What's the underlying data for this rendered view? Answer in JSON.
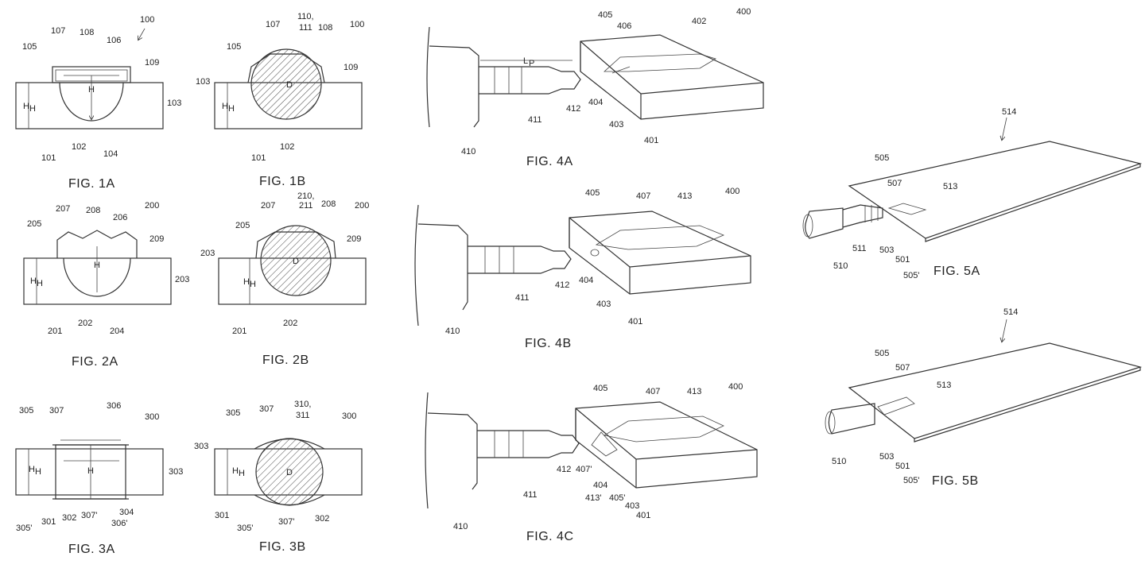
{
  "figures": {
    "fig1a": {
      "caption": "FIG. 1A",
      "labels": {
        "ref": "100",
        "l105": "105",
        "l107": "107",
        "l108": "108",
        "l106": "106",
        "l109": "109",
        "H": "H",
        "HH": "H",
        "HHsub": "H",
        "l103": "103",
        "l101": "101",
        "l102": "102",
        "l104": "104"
      }
    },
    "fig1b": {
      "caption": "FIG. 1B",
      "labels": {
        "ref": "100",
        "l107": "107",
        "l110": "110,",
        "l111": "111",
        "l108": "108",
        "l105": "105",
        "l109": "109",
        "l103": "103",
        "HH": "H",
        "HHsub": "H",
        "D": "D",
        "l101": "101",
        "l102": "102"
      }
    },
    "fig2a": {
      "caption": "FIG. 2A",
      "labels": {
        "ref": "200",
        "l207": "207",
        "l208": "208",
        "l206": "206",
        "l205": "205",
        "l209": "209",
        "H": "H",
        "HH": "H",
        "HHsub": "H",
        "l203": "203",
        "l201": "201",
        "l202": "202",
        "l204": "204"
      }
    },
    "fig2b": {
      "caption": "FIG. 2B",
      "labels": {
        "ref": "200",
        "l210": "210,",
        "l211": "211",
        "l207": "207",
        "l208": "208",
        "l205": "205",
        "l209": "209",
        "l203": "203",
        "HH": "H",
        "HHsub": "H",
        "D": "D",
        "l201": "201",
        "l202": "202"
      }
    },
    "fig3a": {
      "caption": "FIG. 3A",
      "labels": {
        "ref": "300",
        "l305": "305",
        "l307": "307",
        "l306": "306",
        "HH": "H",
        "HHsub": "H",
        "H": "H",
        "l303": "303",
        "l305p": "305'",
        "l301": "301",
        "l302": "302",
        "l307p": "307'",
        "l304": "304",
        "l306p": "306'"
      }
    },
    "fig3b": {
      "caption": "FIG. 3B",
      "labels": {
        "ref": "300",
        "l305": "305",
        "l307": "307",
        "l310": "310,",
        "l311": "311",
        "l303": "303",
        "HH": "H",
        "HHsub": "H",
        "D": "D",
        "l301": "301",
        "l305p": "305'",
        "l307p": "307'",
        "l302": "302"
      }
    },
    "fig4a": {
      "caption": "FIG. 4A",
      "labels": {
        "ref": "400",
        "l405": "405",
        "l406": "406",
        "l402": "402",
        "Lp": "L",
        "Lpsub": "P",
        "l412": "412",
        "l404": "404",
        "l411": "411",
        "l403": "403",
        "l401": "401",
        "l410": "410"
      }
    },
    "fig4b": {
      "caption": "FIG. 4B",
      "labels": {
        "ref": "400",
        "l405": "405",
        "l407": "407",
        "l413": "413",
        "l412": "412",
        "l404": "404",
        "l411": "411",
        "l403": "403",
        "l401": "401",
        "l410": "410"
      }
    },
    "fig4c": {
      "caption": "FIG. 4C",
      "labels": {
        "ref": "400",
        "l405": "405",
        "l407": "407",
        "l413": "413",
        "l412": "412",
        "l407p": "407'",
        "l404": "404",
        "l413p": "413'",
        "l405p": "405'",
        "l403": "403",
        "l411": "411",
        "l401": "401",
        "l410": "410"
      }
    },
    "fig5a": {
      "caption": "FIG. 5A",
      "labels": {
        "ref": "514",
        "l505": "505",
        "l507": "507",
        "l513": "513",
        "l511": "511",
        "l503": "503",
        "l501": "501",
        "l505p": "505'",
        "l510": "510"
      }
    },
    "fig5b": {
      "caption": "FIG. 5B",
      "labels": {
        "ref": "514",
        "l505": "505",
        "l507": "507",
        "l513": "513",
        "l503": "503",
        "l501": "501",
        "l505p": "505'",
        "l510": "510"
      }
    }
  }
}
